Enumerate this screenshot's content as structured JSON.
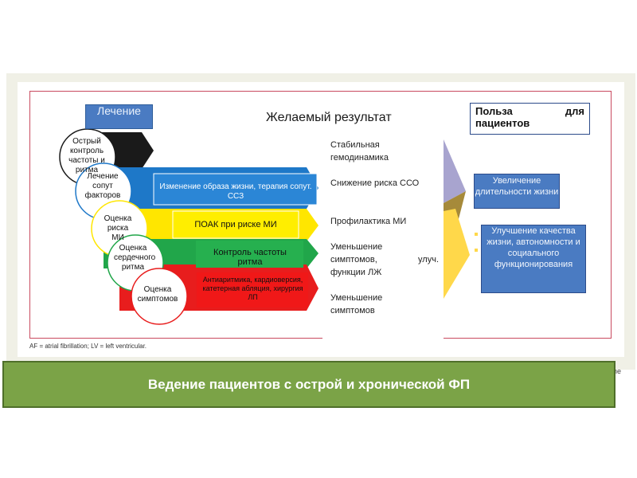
{
  "tab": {
    "label": "Лечение"
  },
  "result_title": "Желаемый результат",
  "benefit_header": {
    "line1_a": "Польза",
    "line1_b": "для",
    "line2": "пациентов"
  },
  "circles": [
    {
      "text": "Острый контроль частоты и ритма"
    },
    {
      "text": "Лечение сопут факторов"
    },
    {
      "text": "Оценка риска МИ"
    },
    {
      "text": "Оценка сердечного ритма"
    },
    {
      "text": "Оценка симптомов"
    }
  ],
  "bands": [
    {
      "text": "Изменение образа жизни, терапия сопут. ССЗ",
      "color": "#1e78c8"
    },
    {
      "text": "ПОАК при риске МИ",
      "color": "#ffe600"
    },
    {
      "text": "Контроль частоты ритма",
      "color": "#21a64a"
    },
    {
      "text": "Антиаритмика, кардиоверсия, катетерная абляция, хирургия ЛП",
      "color": "#e81d1d"
    }
  ],
  "results": [
    {
      "line1": "Стабильная",
      "line2": "гемодинамика"
    },
    {
      "line1": "Снижение риска ССО",
      "line2": ""
    },
    {
      "line1": "Профилактика МИ",
      "line2": ""
    },
    {
      "line1": "Уменьшение",
      "line2": "симптомов,",
      "line2b": "улуч.",
      "line3": "функции ЛЖ"
    },
    {
      "line1": "Уменьшение",
      "line2": "симптомов"
    }
  ],
  "benefits": [
    {
      "text": "Увеличение длительности жизни"
    },
    {
      "text": "Улучшение качества жизни, автономности и социального функционирования"
    }
  ],
  "footnote": "AF = atrial fibrillation; LV = left ventricular.",
  "edge_text": "he",
  "banner": "Ведение пациентов с острой и хронической ФП",
  "colors": {
    "black_band": "#1a1a1a",
    "chevron_purple": "#a8a4cf",
    "chevron_yellow": "#ffd84a",
    "chevron_brown": "#a68a3a"
  }
}
